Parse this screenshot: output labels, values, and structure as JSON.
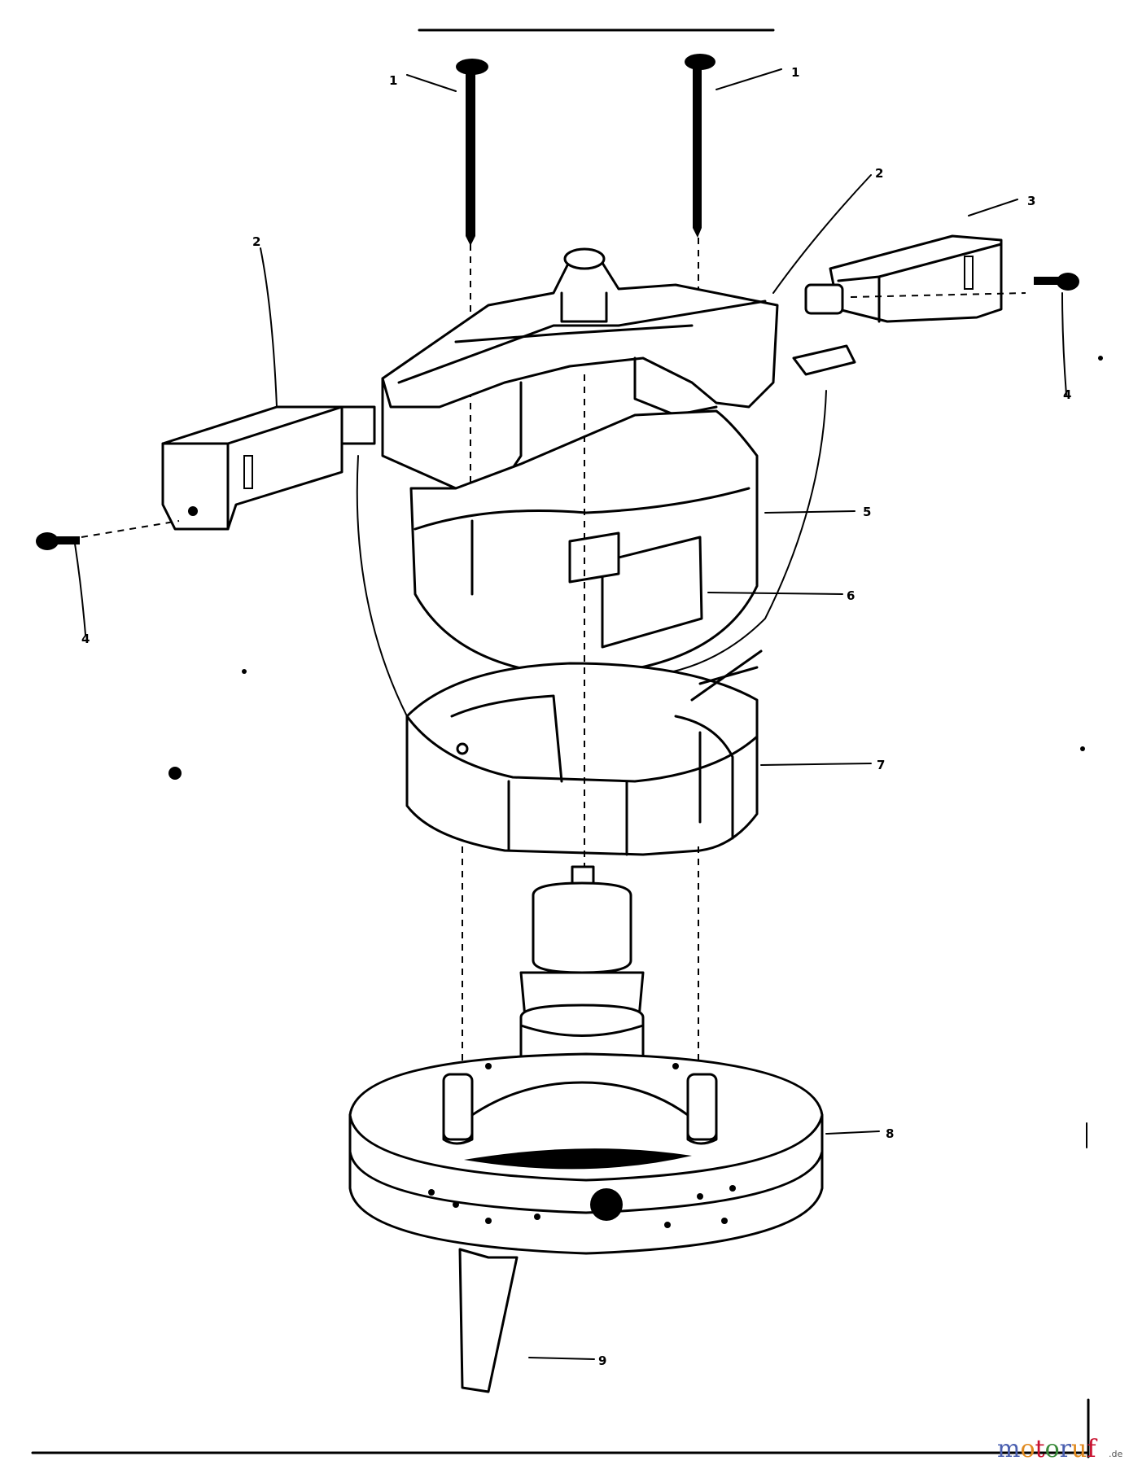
{
  "callouts": {
    "c1_left": "1",
    "c1_right": "1",
    "c2_top": "2",
    "c2_left": "2",
    "c3": "3",
    "c4_right": "4",
    "c4_left": "4",
    "c5": "5",
    "c6": "6",
    "c7": "7",
    "c8": "8",
    "c9": "9"
  },
  "watermark": {
    "m": "m",
    "o1": "o",
    "t": "t",
    "o2": "o",
    "r": "r",
    "u": "u",
    "f": "f",
    "tld": ".de"
  },
  "colors": {
    "ink": "#000000",
    "paper": "#ffffff",
    "wm_blue": "#4a5fb0",
    "wm_red": "#c8102e",
    "wm_green": "#3a8a3a",
    "wm_orange": "#e08a20"
  }
}
